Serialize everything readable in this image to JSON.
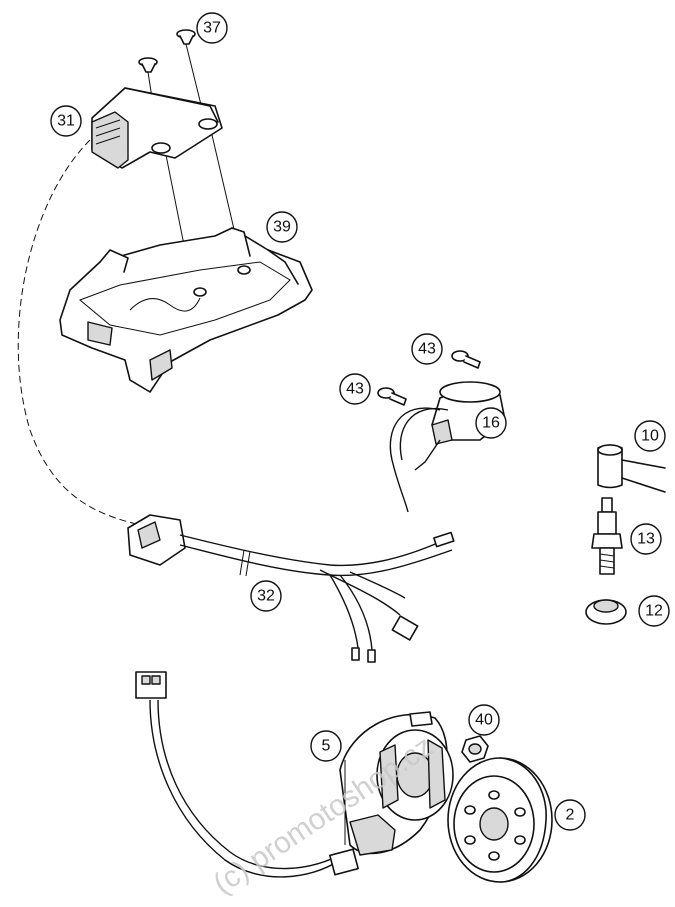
{
  "callouts": [
    {
      "id": "c37",
      "label": "37"
    },
    {
      "id": "c31",
      "label": "31"
    },
    {
      "id": "c39",
      "label": "39"
    },
    {
      "id": "c43a",
      "label": "43"
    },
    {
      "id": "c43b",
      "label": "43"
    },
    {
      "id": "c16",
      "label": "16"
    },
    {
      "id": "c10",
      "label": "10"
    },
    {
      "id": "c13",
      "label": "13"
    },
    {
      "id": "c12",
      "label": "12"
    },
    {
      "id": "c32",
      "label": "32"
    },
    {
      "id": "c40",
      "label": "40"
    },
    {
      "id": "c5",
      "label": "5"
    },
    {
      "id": "c2",
      "label": "2"
    }
  ],
  "watermark": "(c) promotoshop.cz"
}
